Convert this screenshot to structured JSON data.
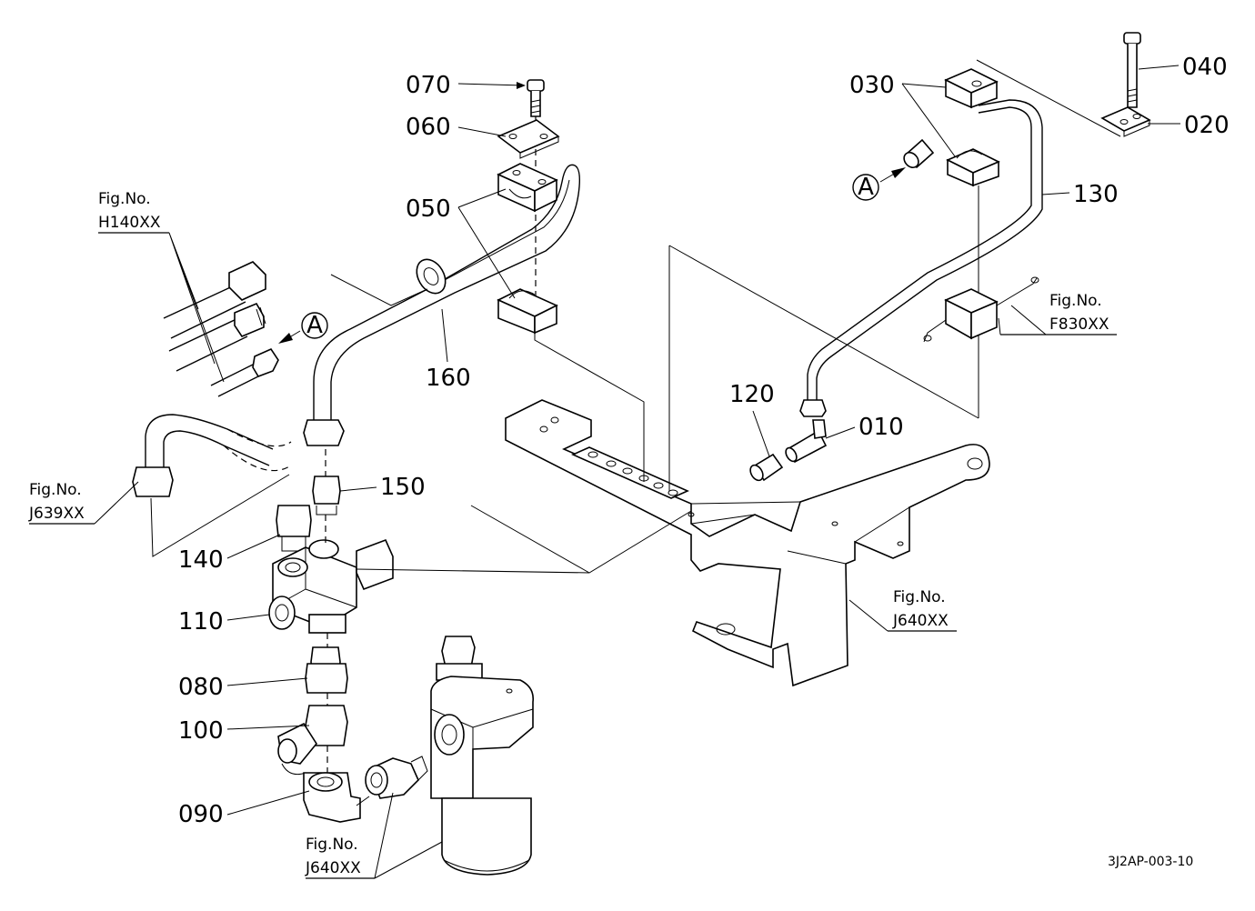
{
  "callouts": {
    "p010": "010",
    "p020": "020",
    "p030": "030",
    "p040": "040",
    "p050": "050",
    "p060": "060",
    "p070": "070",
    "p080": "080",
    "p090": "090",
    "p100": "100",
    "p110": "110",
    "p120": "120",
    "p130": "130",
    "p140": "140",
    "p150": "150",
    "p160": "160"
  },
  "figure_refs": {
    "h140": {
      "title": "Fig.No.",
      "code": "H140XX"
    },
    "j639": {
      "title": "Fig.No.",
      "code": "J639XX"
    },
    "f830": {
      "title": "Fig.No.",
      "code": "F830XX"
    },
    "j640_right": {
      "title": "Fig.No.",
      "code": "J640XX"
    },
    "j640_bottom": {
      "title": "Fig.No.",
      "code": "J640XX"
    }
  },
  "connection_marker": "A",
  "drawing_code": "3J2AP-003-10"
}
